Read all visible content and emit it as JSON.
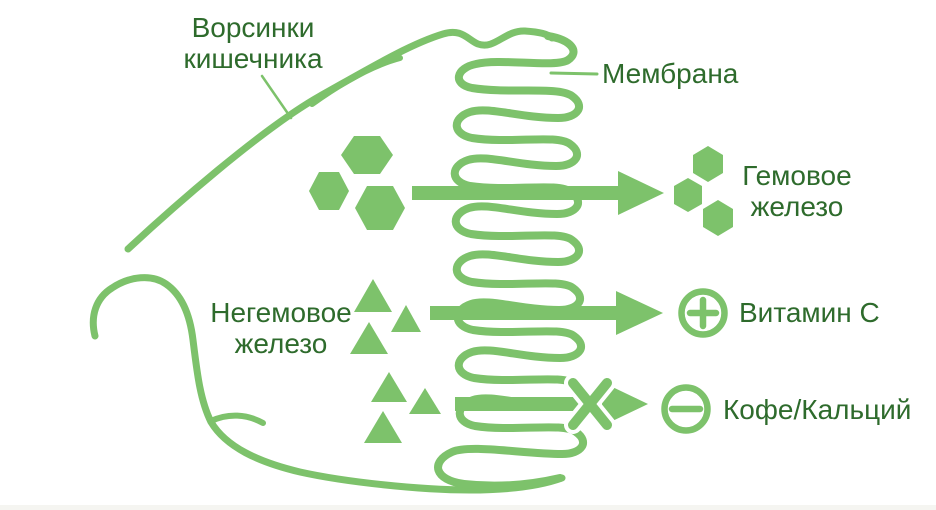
{
  "colors": {
    "green": "#7dc26b",
    "text_green": "#2e6b2c",
    "background": "#ffffff"
  },
  "labels": {
    "villi": {
      "line1": "Ворсинки",
      "line2": "кишечника"
    },
    "membrane": "Мембрана",
    "heme_iron": {
      "line1": "Гемовое",
      "line2": "железо"
    },
    "nonheme_iron": {
      "line1": "Негемовое",
      "line2": "железо"
    },
    "vitamin_c": "Витамин C",
    "coffee_calcium": "Кофе/Кальций"
  },
  "icons": {
    "membrane_squiggle": "intestinal-membrane-ribbon",
    "villi_outline": "intestinal-villi-curves",
    "heme_hexagons_left": "large-hexagon-cluster",
    "heme_hexagons_right": "small-hexagon-cluster",
    "nonheme_triangles": "triangle-cluster",
    "arrow_pass": "right-arrow",
    "arrow_enhanced": "right-arrow",
    "arrow_blocked": "right-arrow-with-cross",
    "plus": "plus-in-circle",
    "minus": "minus-in-circle",
    "blocked": "cross-x"
  }
}
